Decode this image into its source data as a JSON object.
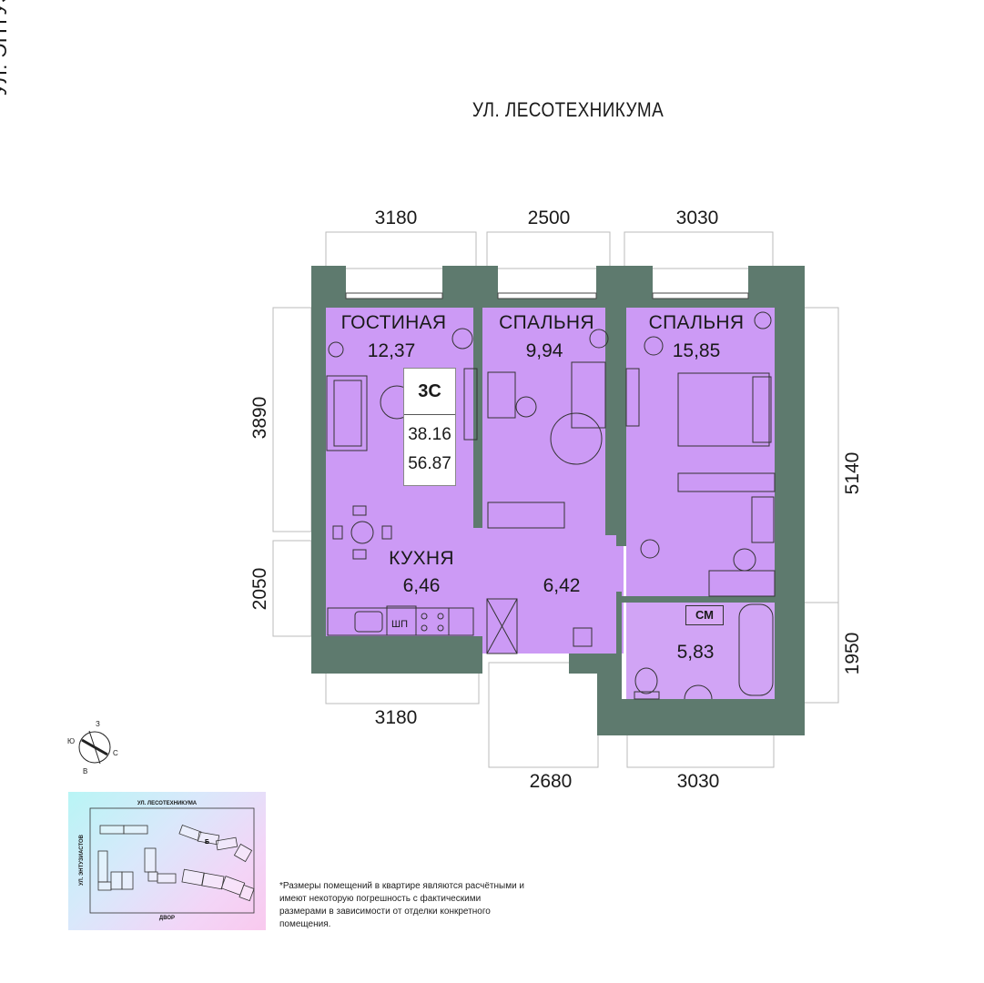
{
  "streets": {
    "top": "УЛ. ЛЕСОТЕХНИКУМА",
    "left": "УЛ. ЭНТУЗИАСТОВ"
  },
  "dimensions": {
    "top": [
      "3180",
      "2500",
      "3030"
    ],
    "bottom": [
      "3180",
      "2680",
      "3030"
    ],
    "left": [
      "3890",
      "2050"
    ],
    "right": [
      "5140",
      "1950"
    ]
  },
  "rooms": {
    "living": {
      "name": "ГОСТИНАЯ",
      "area": "12,37"
    },
    "bedroom1": {
      "name": "СПАЛЬНЯ",
      "area": "9,94"
    },
    "bedroom2": {
      "name": "СПАЛЬНЯ",
      "area": "15,85"
    },
    "kitchen": {
      "name": "КУХНЯ",
      "area": "6,46"
    },
    "hall": {
      "area": "6,42"
    },
    "bathroom": {
      "area": "5,83"
    }
  },
  "card": {
    "type": "3С",
    "living_area": "38.16",
    "total_area": "56.87"
  },
  "labels": {
    "washer": "СМ",
    "dishwasher": "ШП"
  },
  "compass": {
    "north": "З",
    "east": "С",
    "south": "В",
    "west": "Ю"
  },
  "mini_map": {
    "top": "УЛ. ЛЕСОТЕХНИКУМА",
    "left": "УЛ. ЭНТУЗИАСТОВ",
    "bottom": "ДВОР",
    "building": "Б"
  },
  "note": "*Размеры помещений в квартире являются расчётными и имеют некоторую погрешность с фактическими размерами в зависимости от отделки конкретного помещения.",
  "colors": {
    "wall": "#5e7a6e",
    "room": "#cc9af5",
    "room_bath": "#d1a4f5"
  }
}
